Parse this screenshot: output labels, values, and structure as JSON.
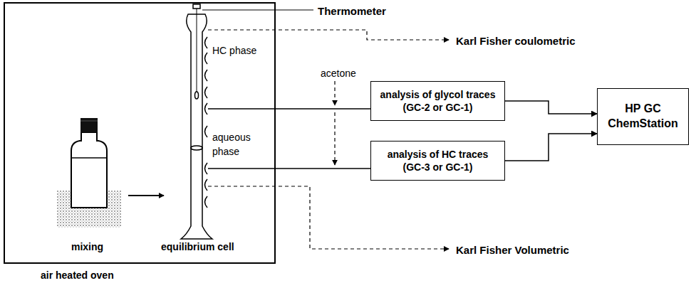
{
  "diagram": {
    "nodes": [
      {
        "text": [
          "air heated oven"
        ]
      },
      {
        "text": [
          "analysis of glycol traces (GC-2 or GC-1)"
        ]
      },
      {
        "text": [
          "analysis of HC traces (GC-3 or GC-1)"
        ]
      },
      {
        "text": [
          "HP GC ChemStation"
        ]
      }
    ],
    "edges": [
      {
        "from": 1,
        "to": 3,
        "arrow": "to"
      },
      {
        "from": 2,
        "to": 3,
        "arrow": "to"
      }
    ],
    "labels": [
      "Thermometer",
      "Karl Fisher coulometric",
      "HC phase",
      "acetone",
      "aqueous phase",
      "mixing",
      "equilibrium cell",
      "Karl Fisher Volumetric"
    ]
  }
}
